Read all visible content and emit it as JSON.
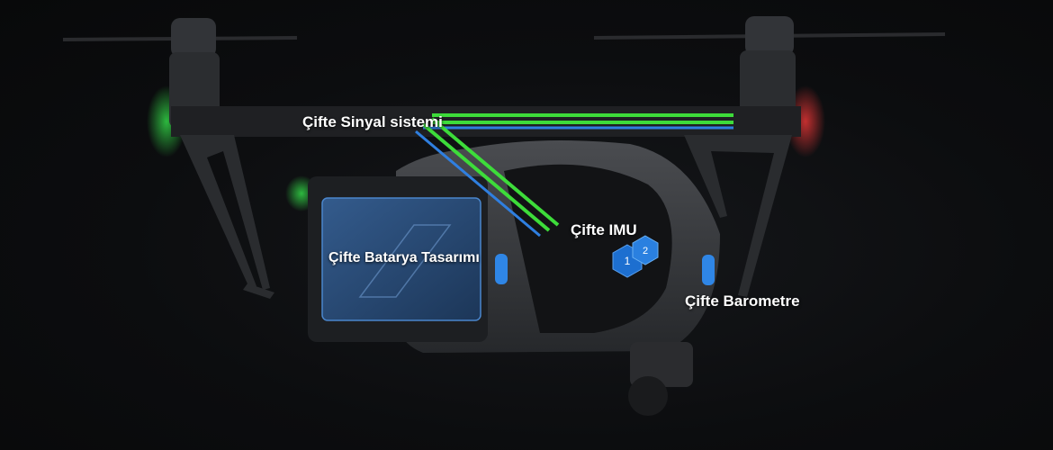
{
  "labels": {
    "signal": "Çifte Sinyal sistemi",
    "battery": "Çifte Batarya Tasarımı",
    "imu": "Çifte IMU",
    "barometer": "Çifte Barometre"
  },
  "imu_badges": [
    "1",
    "2"
  ],
  "colors": {
    "background": "#0b0c0e",
    "signal_green": "#3ddc3a",
    "signal_blue": "#2f7fe0",
    "battery_blue": "#2a6fc4",
    "badge_blue": "#1d6fd0",
    "led_green": "#2bd64a",
    "led_red": "#e03030"
  }
}
